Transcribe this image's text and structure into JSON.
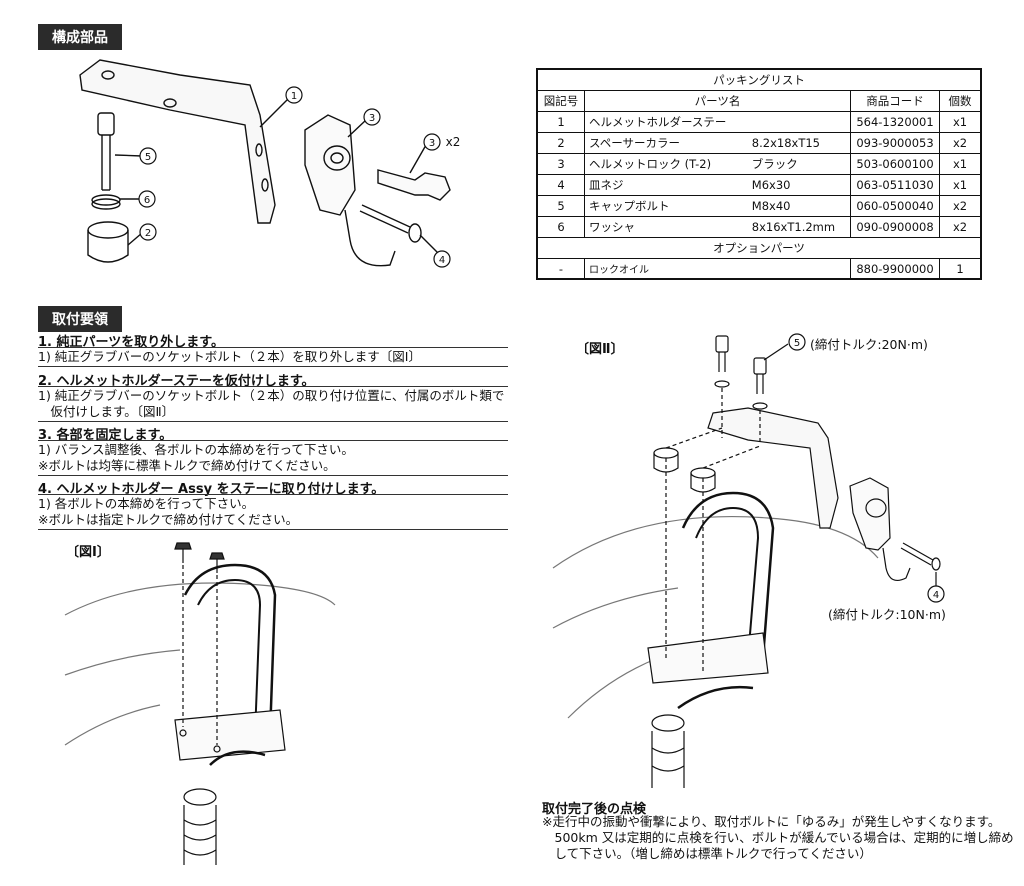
{
  "parts_section": {
    "title": "構成部品"
  },
  "callouts": {
    "c1": "1",
    "c2": "2",
    "c3": "3",
    "c4": "4",
    "c5": "5",
    "c6": "6",
    "x2": "x2"
  },
  "packing_list": {
    "title": "パッキングリスト",
    "headers": [
      "図記号",
      "パーツ名",
      "商品コード",
      "個数"
    ],
    "rows": [
      {
        "no": "1",
        "name": "ヘルメットホルダーステー",
        "spec": "",
        "code": "564-1320001",
        "qty": "x1"
      },
      {
        "no": "2",
        "name": "スペーサーカラー",
        "spec": "8.2x18xT15",
        "code": "093-9000053",
        "qty": "x2"
      },
      {
        "no": "3",
        "name": "ヘルメットロック (T-2)",
        "spec": "ブラック",
        "code": "503-0600100",
        "qty": "x1"
      },
      {
        "no": "4",
        "name": "皿ネジ",
        "spec": "M6x30",
        "code": "063-0511030",
        "qty": "x1"
      },
      {
        "no": "5",
        "name": "キャップボルト",
        "spec": "M8x40",
        "code": "060-0500040",
        "qty": "x2"
      },
      {
        "no": "6",
        "name": "ワッシャ",
        "spec": "8x16xT1.2mm",
        "code": "090-0900008",
        "qty": "x2"
      }
    ],
    "option_title": "オプションパーツ",
    "option_row": {
      "no": "-",
      "name": "ロックオイル",
      "code": "880-9900000",
      "qty": "1"
    }
  },
  "install_section": {
    "title": "取付要領",
    "steps": [
      {
        "head": "1. 純正パーツを取り外します。",
        "lines": [
          "1) 純正グラブバーのソケットボルト（２本）を取り外します〔図Ⅰ〕"
        ]
      },
      {
        "head": "2. ヘルメットホルダーステーを仮付けします。",
        "lines": [
          "1) 純正グラブバーのソケットボルト（２本）の取り付け位置に、付属のボルト類で",
          "　仮付けします。〔図Ⅱ〕"
        ]
      },
      {
        "head": "3. 各部を固定します。",
        "lines": [
          "1) バランス調整後、各ボルトの本締めを行って下さい。",
          "※ボルトは均等に標準トルクで締め付けてください。"
        ]
      },
      {
        "head": "4. ヘルメットホルダー Assy をステーに取り付けします。",
        "lines": [
          "1) 各ボルトの本締めを行って下さい。",
          "※ボルトは指定トルクで締め付けてください。"
        ]
      }
    ]
  },
  "figures": {
    "fig1_label": "〔図Ⅰ〕",
    "fig2_label": "〔図Ⅱ〕",
    "torque5": "(締付トルク:20N·m)",
    "torque4": "(締付トルク:10N·m)"
  },
  "after_check": {
    "title": "取付完了後の点検",
    "lines": [
      "※走行中の振動や衝撃により、取付ボルトに「ゆるみ」が発生しやすくなります。",
      "　500km 又は定期的に点検を行い、ボルトが緩んでいる場合は、定期的に増し締め",
      "　して下さい。（増し締めは標準トルクで行ってください）"
    ]
  }
}
